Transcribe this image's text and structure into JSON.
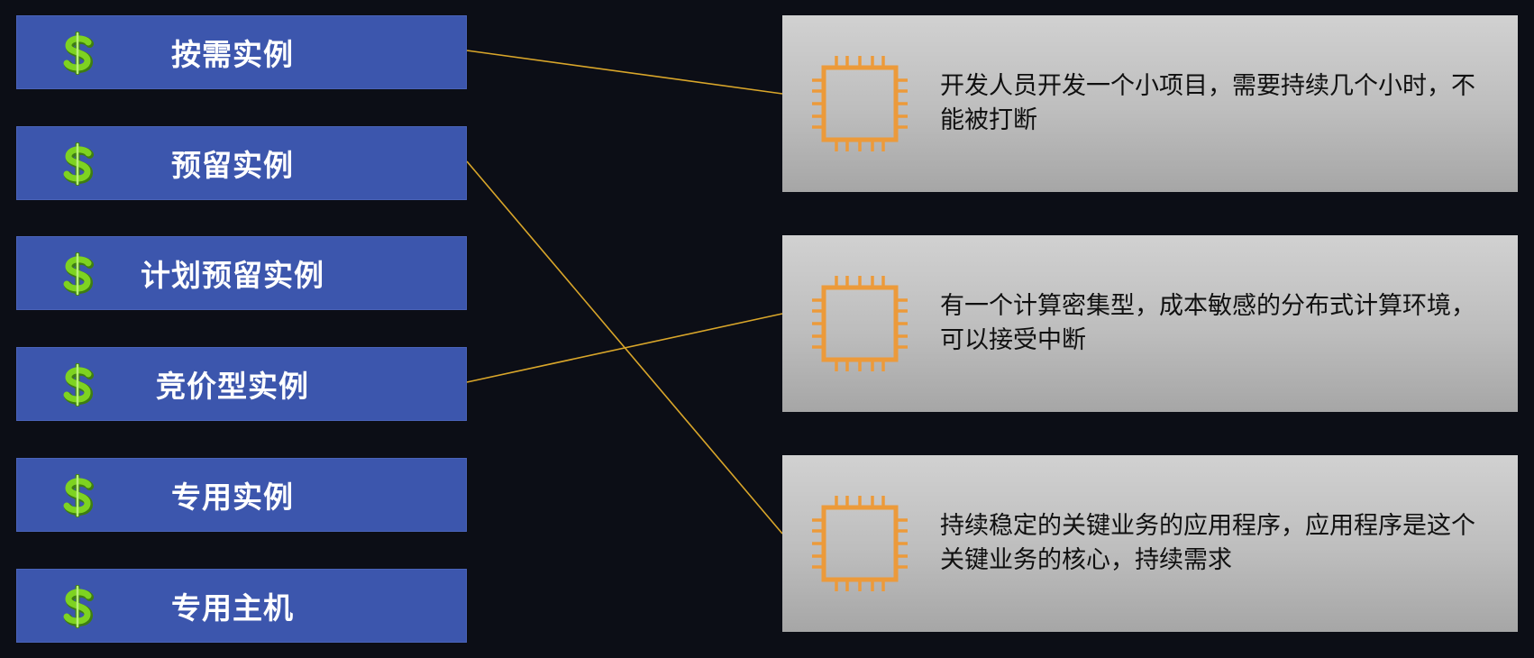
{
  "pricing_options": [
    {
      "label": "按需实例",
      "icon": "dollar-icon"
    },
    {
      "label": "预留实例",
      "icon": "dollar-icon"
    },
    {
      "label": "计划预留实例",
      "icon": "dollar-icon"
    },
    {
      "label": "竞价型实例",
      "icon": "dollar-icon"
    },
    {
      "label": "专用实例",
      "icon": "dollar-icon"
    },
    {
      "label": "专用主机",
      "icon": "dollar-icon"
    }
  ],
  "scenarios": [
    {
      "text": "开发人员开发一个小项目，需要持续几个小时，不能被打断",
      "icon": "chip-icon"
    },
    {
      "text": "有一个计算密集型，成本敏感的分布式计算环境，可以接受中断",
      "icon": "chip-icon"
    },
    {
      "text": "持续稳定的关键业务的应用程序，应用程序是这个关键业务的核心，持续需求",
      "icon": "chip-icon"
    }
  ],
  "connections": [
    {
      "from_option": 0,
      "to_scenario": 0
    },
    {
      "from_option": 1,
      "to_scenario": 2
    },
    {
      "from_option": 3,
      "to_scenario": 1
    }
  ],
  "colors": {
    "background": "#0c0e16",
    "option_fill": "#3c56ad",
    "option_text": "#ffffff",
    "scenario_fill": "#c4c4c4",
    "scenario_text": "#101010",
    "connector": "#d9a62a",
    "chip_icon": "#ec9a3a",
    "dollar_icon": "#7ed321"
  }
}
